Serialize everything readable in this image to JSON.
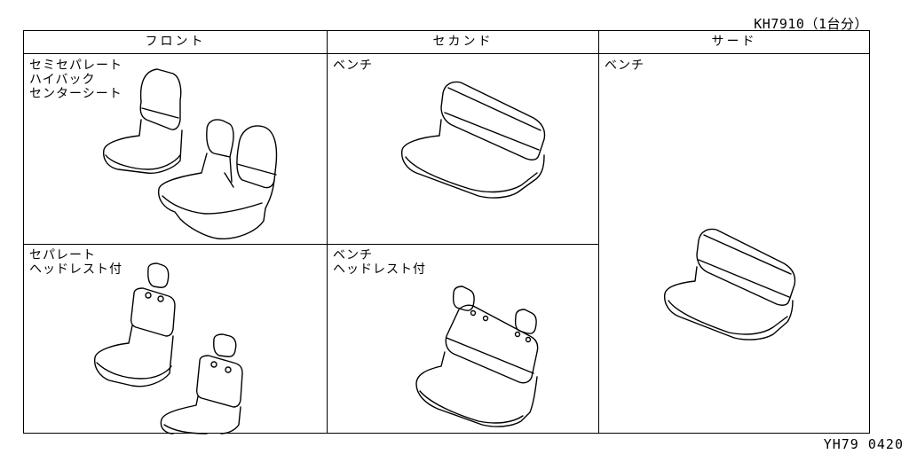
{
  "header": {
    "diagram_code": "KH7910（1台分）"
  },
  "footer": {
    "page_code": "YH79 0420"
  },
  "table": {
    "columns": [
      {
        "label": "フロント"
      },
      {
        "label": "セカンド"
      },
      {
        "label": "サード"
      }
    ],
    "cells": {
      "front_top": {
        "lines": [
          "セミセパレート",
          "ハイバック",
          "センターシート"
        ]
      },
      "front_bottom": {
        "lines": [
          "セパレート",
          "ヘッドレスト付"
        ]
      },
      "second_top": {
        "lines": [
          "ベンチ"
        ]
      },
      "second_bottom": {
        "lines": [
          "ベンチ",
          "ヘッドレスト付"
        ]
      },
      "third": {
        "lines": [
          "ベンチ"
        ]
      }
    }
  }
}
